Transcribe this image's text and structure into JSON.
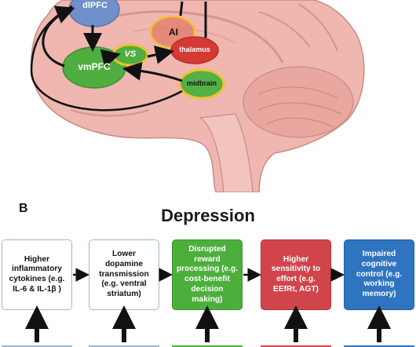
{
  "brain": {
    "regions": {
      "dlpfc": "dlPFC",
      "ai": "AI",
      "vs": "VS",
      "vmpfc": "vmPFC",
      "thalamus": "thalamus",
      "midbrain": "midbrain"
    },
    "colors": {
      "dlpfc": "#6f8fc9",
      "ai": "#e07a6a",
      "vs": "#4fae3f",
      "vmpfc": "#4fae3f",
      "thalamus": "#d43a34",
      "midbrain": "#55b048",
      "highlight": "#f2c12e",
      "brain_fill": "#efb7b0"
    }
  },
  "panel_b": {
    "letter": "B",
    "title": "Depression",
    "boxes": [
      {
        "text": "Higher inflammatory cytokines (e.g. IL-6 & IL-1β )",
        "fill": "#ffffff",
        "text_color": "#111111",
        "border": "#9fb7cf"
      },
      {
        "text": "Lower dopamine transmission (e.g. ventral striatum)",
        "fill": "#ffffff",
        "text_color": "#111111",
        "border": "#9fb7cf"
      },
      {
        "text": "Disrupted reward processing (e.g. cost-benefit decision making)",
        "fill": "#4caf3c",
        "text_color": "#ffffff",
        "border": "#3b8f2e"
      },
      {
        "text": "Higher sensitivity to effort (e.g. EEfRt, AGT)",
        "fill": "#d1454a",
        "text_color": "#ffffff",
        "border": "#b13338"
      },
      {
        "text": "Impaired cognitive control (e.g. working memory)",
        "fill": "#2f74c0",
        "text_color": "#ffffff",
        "border": "#245d9e"
      }
    ]
  }
}
